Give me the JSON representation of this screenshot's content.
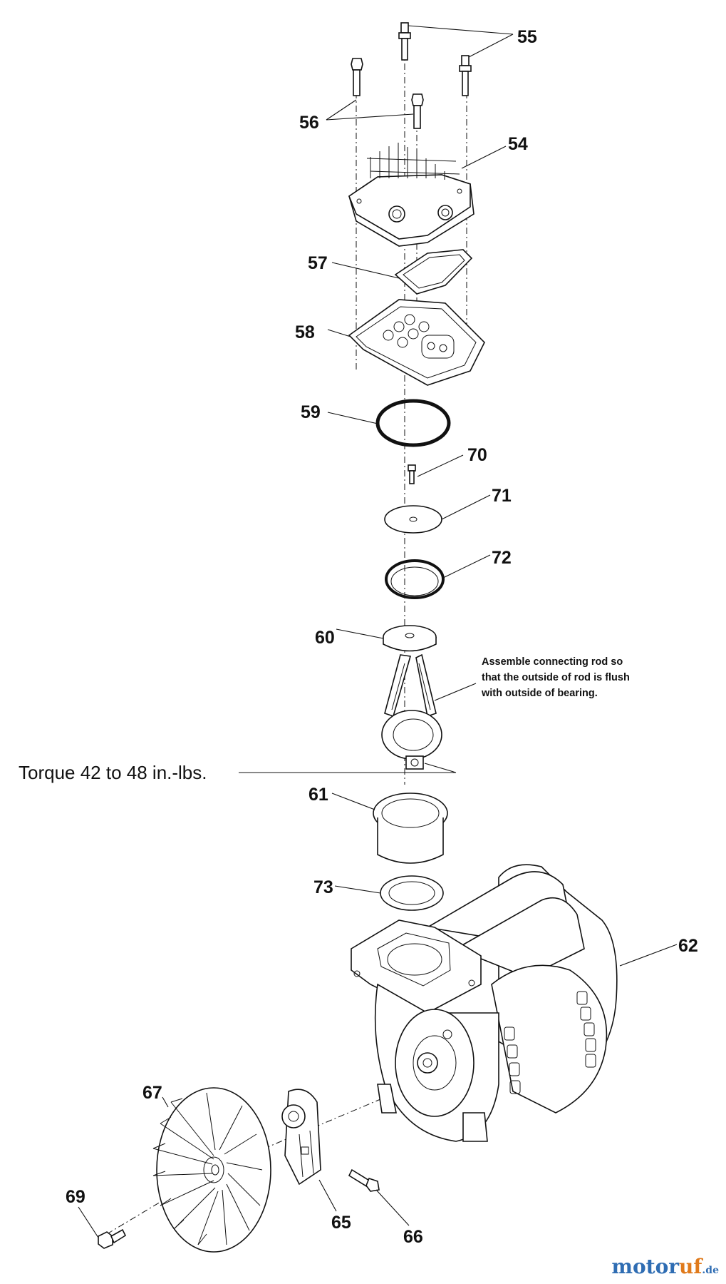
{
  "callouts": {
    "p54": "54",
    "p55": "55",
    "p56": "56",
    "p57": "57",
    "p58": "58",
    "p59": "59",
    "p60": "60",
    "p61": "61",
    "p62": "62",
    "p65": "65",
    "p66": "66",
    "p67": "67",
    "p69": "69",
    "p70": "70",
    "p71": "71",
    "p72": "72",
    "p73": "73"
  },
  "notes": {
    "rod_line1": "Assemble connecting rod so",
    "rod_line2": "that the outside of rod is flush",
    "rod_line3": "with outside of bearing.",
    "torque": "Torque 42 to 48 in.-lbs."
  },
  "watermark": {
    "part1": "motor",
    "part2": "uf",
    "part3": ".de"
  }
}
